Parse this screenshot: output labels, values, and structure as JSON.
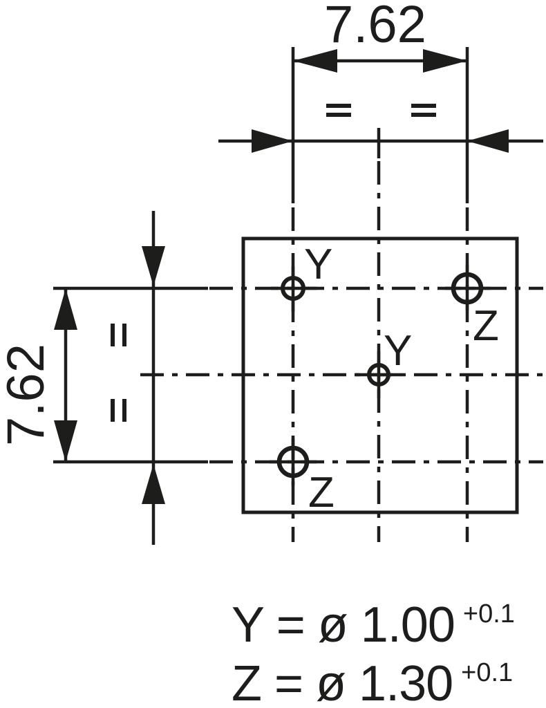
{
  "dimensions": {
    "horizontal_pitch": "7.62",
    "vertical_pitch": "7.62"
  },
  "symbols": {
    "equal_spacing": "=",
    "diameter": "ø"
  },
  "holes": [
    {
      "position": "top-left",
      "label": "Y"
    },
    {
      "position": "top-right",
      "label": "Z"
    },
    {
      "position": "center",
      "label": "Y"
    },
    {
      "position": "bottom-left",
      "label": "Z"
    }
  ],
  "legend": {
    "rows": [
      {
        "label": "Y = ø 1.00",
        "tolerance": "+0.1"
      },
      {
        "label": "Z = ø 1.30",
        "tolerance": "+0.1"
      }
    ]
  },
  "colors": {
    "line": "#1d1d1b",
    "background": "#ffffff"
  }
}
